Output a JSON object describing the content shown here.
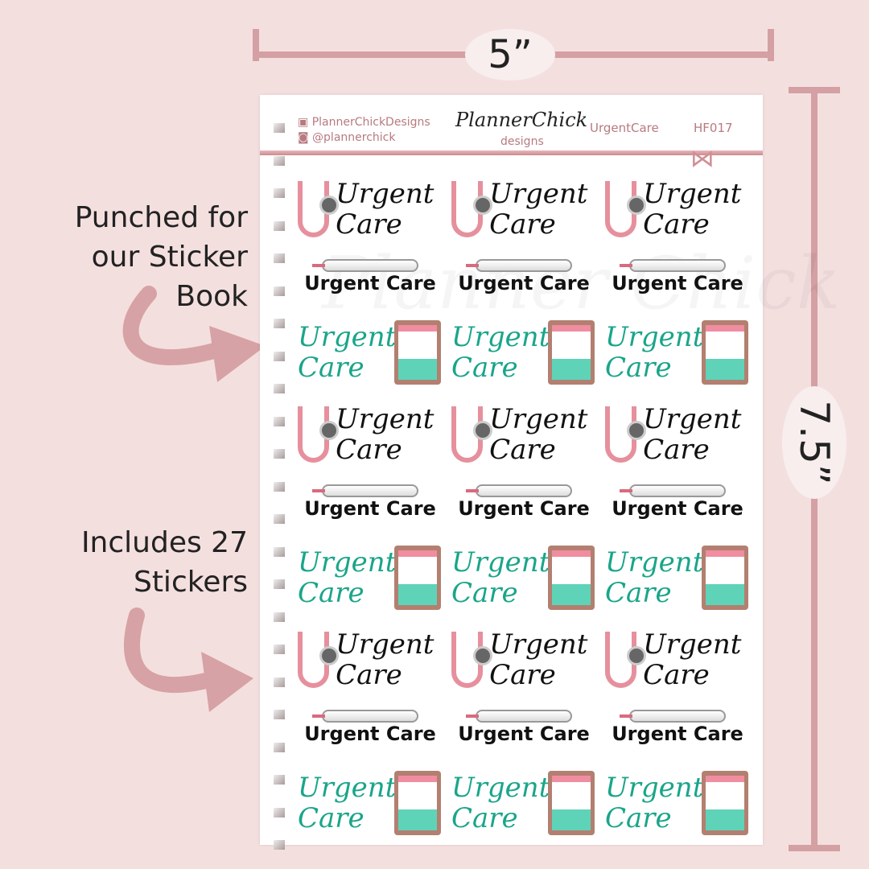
{
  "dimensions": {
    "width_label": "5”",
    "height_label": "7.5”"
  },
  "callouts": {
    "punched": [
      "Punched for",
      "our Sticker",
      "Book"
    ],
    "includes": [
      "Includes 27",
      "Stickers"
    ]
  },
  "header": {
    "facebook": "PlannerChickDesigns",
    "instagram": "@plannerchick",
    "logo_script": "PlannerChick",
    "logo_sub": "designs",
    "theme": "UrgentCare",
    "code": "HF017"
  },
  "watermark": "Planner Chick",
  "colors": {
    "background": "#f4dfdf",
    "accent": "#d4a0a3",
    "teal": "#1aa58a",
    "pink": "#e6909d"
  },
  "sticker_rows": [
    {
      "type": "steth",
      "text": "Urgent Care"
    },
    {
      "type": "therm",
      "text": "Urgent Care"
    },
    {
      "type": "clip",
      "text": "Urgent Care"
    },
    {
      "type": "steth",
      "text": "Urgent Care"
    },
    {
      "type": "therm",
      "text": "Urgent Care"
    },
    {
      "type": "clip",
      "text": "Urgent Care"
    },
    {
      "type": "steth",
      "text": "Urgent Care"
    },
    {
      "type": "therm",
      "text": "Urgent Care"
    },
    {
      "type": "clip",
      "text": "Urgent Care"
    }
  ]
}
